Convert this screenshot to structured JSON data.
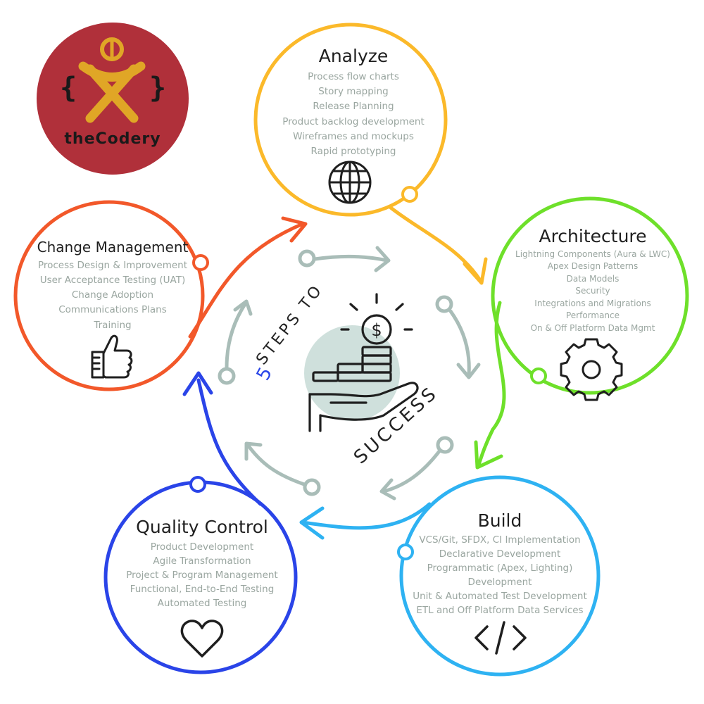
{
  "logo": {
    "text": "theCodery",
    "bg": "#b0303a",
    "accent": "#e0a626"
  },
  "center": {
    "number": "5",
    "top_words": "STEPS TO",
    "bottom_words": "SUCCESS",
    "number_color": "#2a46e8"
  },
  "stages": [
    {
      "id": "analyze",
      "title": "Analyze",
      "color": "#fbb92a",
      "icon": "globe-icon",
      "items": [
        "Process flow charts",
        "Story mapping",
        "Release Planning",
        "Product backlog development",
        "Wireframes and mockups",
        "Rapid prototyping"
      ]
    },
    {
      "id": "architecture",
      "title": "Architecture",
      "color": "#6ee02a",
      "icon": "gear-icon",
      "items": [
        "Lightning Components (Aura & LWC)",
        "Apex Design Patterns",
        "Data Models",
        "Security",
        "Integrations and Migrations",
        "Performance",
        "On & Off Platform Data Mgmt"
      ]
    },
    {
      "id": "build",
      "title": "Build",
      "color": "#2eb2f2",
      "icon": "code-icon",
      "items": [
        "VCS/Git, SFDX, CI Implementation",
        "Declarative Development",
        "Programmatic (Apex, Lighting)",
        "Development",
        "Unit & Automated Test Development",
        "ETL and Off Platform Data Services"
      ]
    },
    {
      "id": "quality",
      "title": "Quality Control",
      "color": "#2a44e8",
      "icon": "heart-icon",
      "items": [
        "Product Development",
        "Agile Transformation",
        "Project & Program Management",
        "Functional, End-to-End Testing",
        "Automated Testing"
      ]
    },
    {
      "id": "change",
      "title": "Change Management",
      "color": "#f2582a",
      "icon": "thumbs-up-icon",
      "items": [
        "Process Design & Improvement",
        "User Acceptance Testing (UAT)",
        "Change Adoption",
        "Communications Plans",
        "Training"
      ]
    }
  ]
}
